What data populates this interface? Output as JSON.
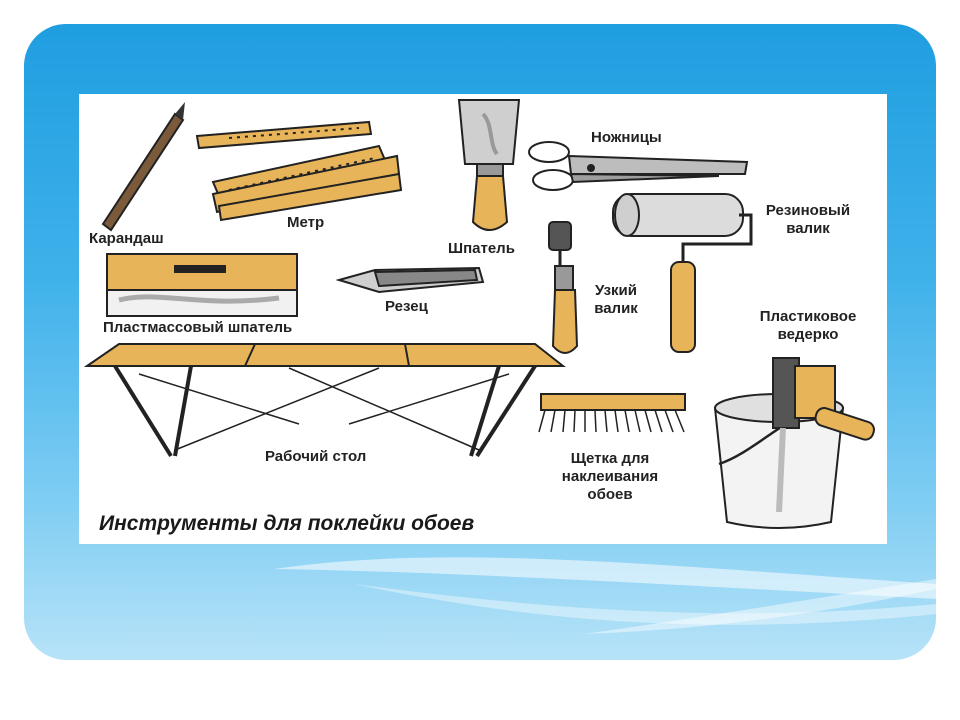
{
  "labels": {
    "pencil": "Карандаш",
    "meter": "Метр",
    "spatula": "Шпатель",
    "scissors": "Ножницы",
    "rubber_roller_line1": "Резиновый",
    "rubber_roller_line2": "валик",
    "plastic_spatula": "Пластмассовый шпатель",
    "cutter": "Резец",
    "narrow_roller_line1": "Узкий",
    "narrow_roller_line2": "валик",
    "bucket_line1": "Пластиковое",
    "bucket_line2": "ведерко",
    "table": "Рабочий стол",
    "brush_line1": "Щетка для",
    "brush_line2": "наклеивания",
    "brush_line3": "обоев"
  },
  "caption": "Инструменты для поклейки обоев",
  "colors": {
    "slide_blue": "#1f9ee0",
    "wood": "#e8b45a",
    "metal": "#b8b8b8"
  }
}
